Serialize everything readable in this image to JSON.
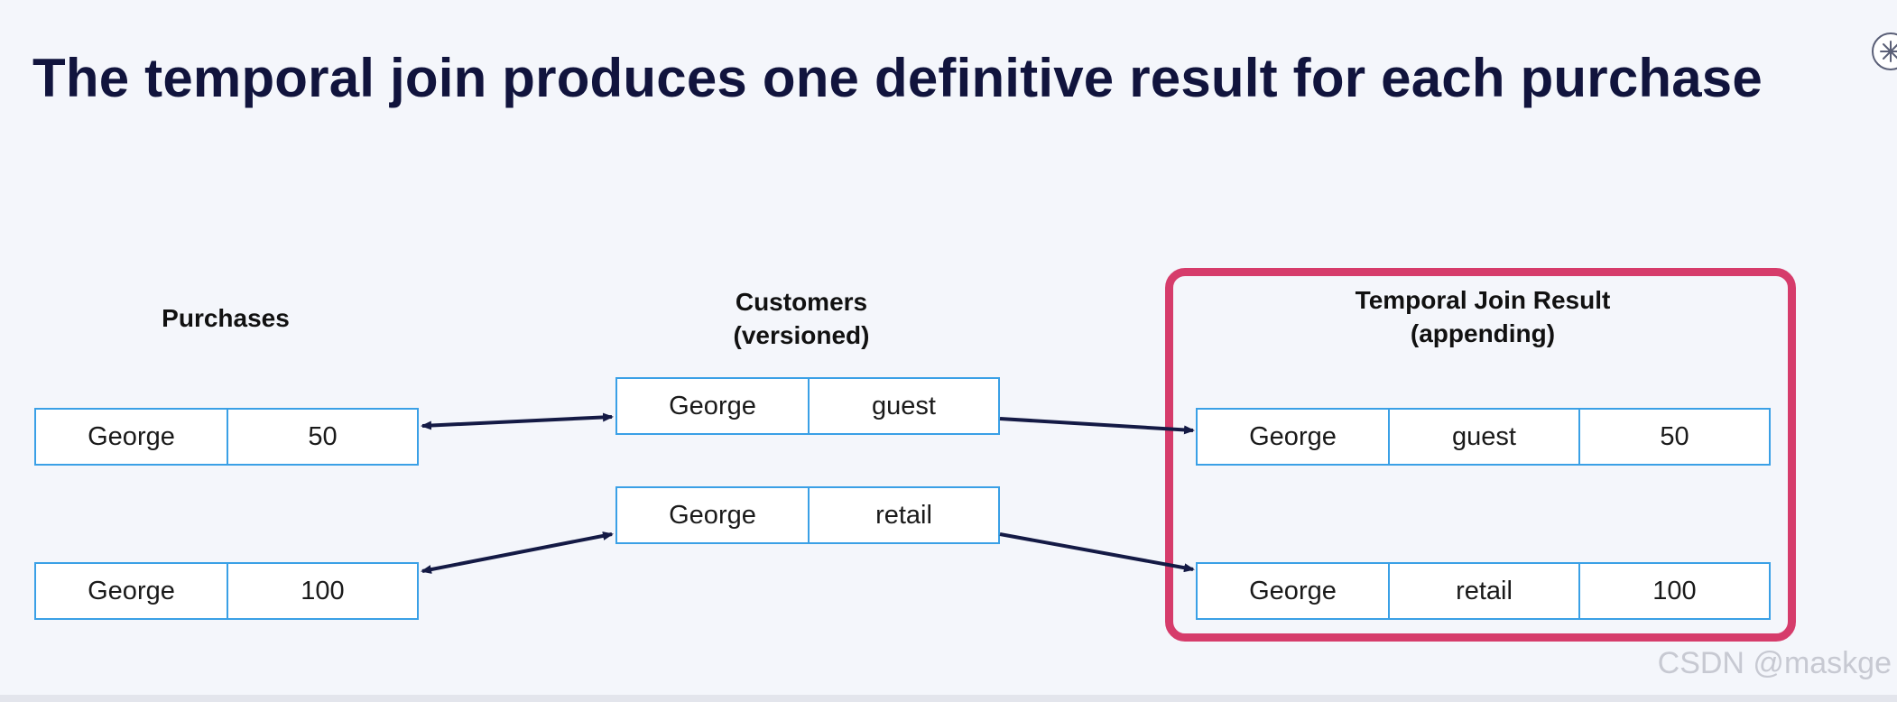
{
  "title": "The temporal join produces one definitive result for each purchase",
  "purchases": {
    "title": "Purchases",
    "rows": [
      {
        "name": "George",
        "amount": "50"
      },
      {
        "name": "George",
        "amount": "100"
      }
    ]
  },
  "customers": {
    "title_line1": "Customers",
    "title_line2": "(versioned)",
    "rows": [
      {
        "name": "George",
        "status": "guest"
      },
      {
        "name": "George",
        "status": "retail"
      }
    ]
  },
  "result": {
    "title_line1": "Temporal Join Result",
    "title_line2": "(appending)",
    "rows": [
      {
        "name": "George",
        "status": "guest",
        "amount": "50"
      },
      {
        "name": "George",
        "status": "retail",
        "amount": "100"
      }
    ]
  },
  "watermark": "CSDN @maskge",
  "colors": {
    "title": "#11143d",
    "cell_border": "#3aa0e6",
    "highlight_frame": "#d63c6b",
    "arrow": "#141a45"
  },
  "icons": {
    "corner": "starburst-icon"
  }
}
